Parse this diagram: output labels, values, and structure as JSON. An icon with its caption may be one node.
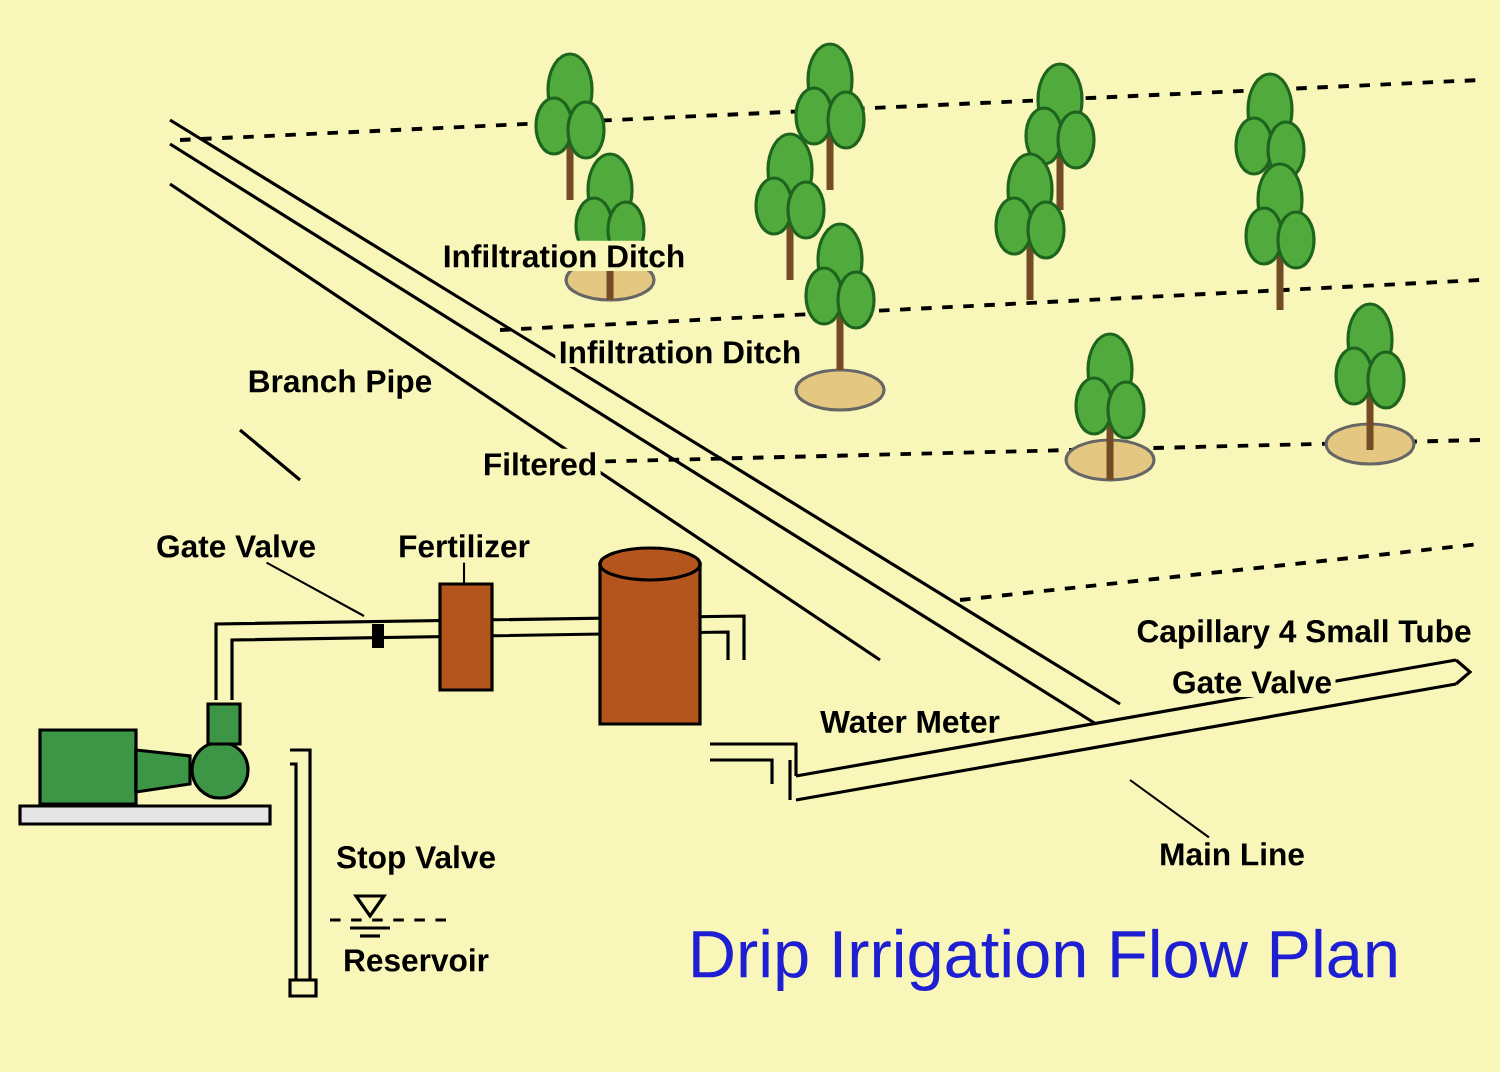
{
  "diagram": {
    "title": "Drip Irrigation Flow Plan",
    "nodes": [
      {
        "text": [
          "Gate Valve"
        ]
      },
      {
        "text": [
          "Fertilizer"
        ]
      },
      {
        "text": [
          "Main Line"
        ]
      }
    ],
    "edges": [
      {
        "from": 0,
        "to": null,
        "arrow": "none"
      },
      {
        "from": 1,
        "to": null,
        "arrow": "none"
      },
      {
        "from": 2,
        "to": null,
        "arrow": "none"
      }
    ],
    "labels": [
      "Infiltration Ditch",
      "Infiltration Ditch",
      "Branch Pipe",
      "Filtered",
      "Capillary 4 Small Tube",
      "Gate Valve",
      "Water Meter",
      "Stop Valve",
      "Reservoir"
    ]
  }
}
